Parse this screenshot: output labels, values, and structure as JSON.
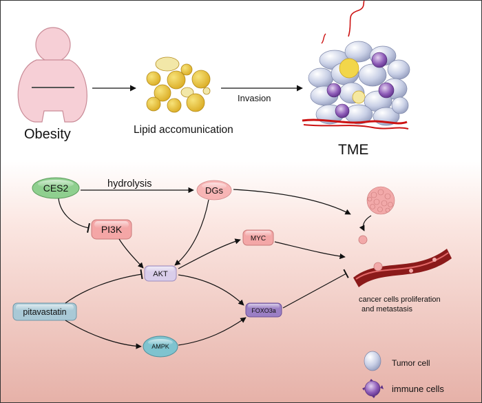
{
  "top": {
    "obesity_label": "Obesity",
    "lipid_label": "Lipid accomunication",
    "invasion_label": "Invasion",
    "tme_label": "TME"
  },
  "pathway": {
    "ces2": "CES2",
    "hydrolysis": "hydrolysis",
    "dgs": "DGs",
    "pi3k": "PI3K",
    "myc": "MYC",
    "akt": "AKT",
    "pitavastatin": "pitavastatin",
    "foxo3a": "FOXO3a",
    "ampk": "AMPK",
    "outcome_line1": "cancer cells proliferation",
    "outcome_line2": "and metastasis"
  },
  "legend": {
    "tumor_cell": "Tumor cell",
    "immune_cells": "immune cells"
  },
  "colors": {
    "ces2_fill": "#8fcf8f",
    "pi3k_fill": "#f4a6a6",
    "dgs_fill": "#f7b5b5",
    "myc_fill": "#f3a7a7",
    "akt_fill": "#d9cdea",
    "pitavastatin_fill": "#a9c9d6",
    "foxo3a_fill": "#9b7fc4",
    "ampk_fill": "#7fc3cf",
    "lipid_fill": "#e8c441",
    "body_fill": "#f6cfd6",
    "vessel": "#8b1a1a"
  }
}
